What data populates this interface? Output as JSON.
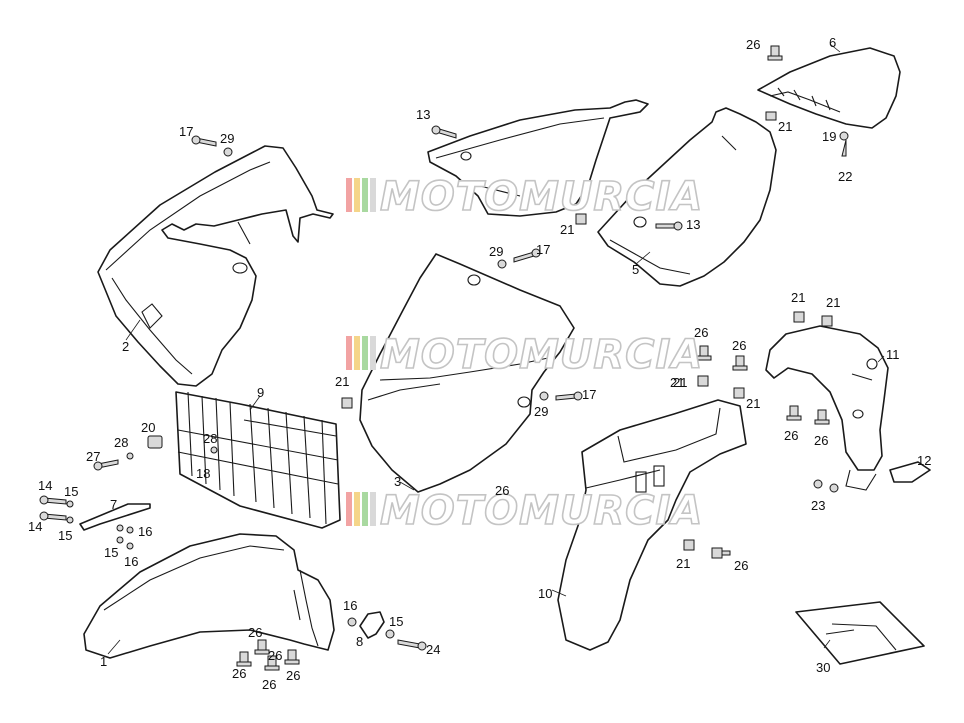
{
  "watermark": {
    "text": "MOTOMURCIA",
    "stripe_colors": [
      "#f2a3a3",
      "#f5d58a",
      "#a9d9a0",
      "#d9d9d9"
    ]
  },
  "callouts": [
    {
      "id": "c-26-top",
      "text": "26"
    },
    {
      "id": "c-6",
      "text": "6"
    },
    {
      "id": "c-21-top",
      "text": "21"
    },
    {
      "id": "c-19",
      "text": "19"
    },
    {
      "id": "c-22",
      "text": "22"
    },
    {
      "id": "c-13-a",
      "text": "13"
    },
    {
      "id": "c-17-a",
      "text": "17"
    },
    {
      "id": "c-29-a",
      "text": "29"
    },
    {
      "id": "c-21-b",
      "text": "21"
    },
    {
      "id": "c-13-b",
      "text": "13"
    },
    {
      "id": "c-5",
      "text": "5"
    },
    {
      "id": "c-29-b",
      "text": "29"
    },
    {
      "id": "c-17-b",
      "text": "17"
    },
    {
      "id": "c-2",
      "text": "2"
    },
    {
      "id": "c-21-c",
      "text": "21"
    },
    {
      "id": "c-21-d",
      "text": "21"
    },
    {
      "id": "c-29-c",
      "text": "29"
    },
    {
      "id": "c-17-c",
      "text": "17"
    },
    {
      "id": "c-3",
      "text": "3"
    },
    {
      "id": "c-9",
      "text": "9"
    },
    {
      "id": "c-20",
      "text": "20"
    },
    {
      "id": "c-28-a",
      "text": "28"
    },
    {
      "id": "c-28-b",
      "text": "28"
    },
    {
      "id": "c-27",
      "text": "27"
    },
    {
      "id": "c-18",
      "text": "18"
    },
    {
      "id": "c-14-a",
      "text": "14"
    },
    {
      "id": "c-15-a",
      "text": "15"
    },
    {
      "id": "c-7",
      "text": "7"
    },
    {
      "id": "c-14-b",
      "text": "14"
    },
    {
      "id": "c-15-b",
      "text": "15"
    },
    {
      "id": "c-16-a",
      "text": "16"
    },
    {
      "id": "c-15-c",
      "text": "15"
    },
    {
      "id": "c-16-b",
      "text": "16"
    },
    {
      "id": "c-26-a",
      "text": "26"
    },
    {
      "id": "c-26-b",
      "text": "26"
    },
    {
      "id": "c-21-e",
      "text": "21"
    },
    {
      "id": "c-21-f",
      "text": "21"
    },
    {
      "id": "c-26-c",
      "text": "26"
    },
    {
      "id": "c-26-d",
      "text": "26"
    },
    {
      "id": "c-21-g",
      "text": "21"
    },
    {
      "id": "c-21-h",
      "text": "21"
    },
    {
      "id": "c-11",
      "text": "11"
    },
    {
      "id": "c-12",
      "text": "12"
    },
    {
      "id": "c-23",
      "text": "23"
    },
    {
      "id": "c-26-e",
      "text": "26"
    },
    {
      "id": "c-21-i",
      "text": "21"
    },
    {
      "id": "c-26-f",
      "text": "26"
    },
    {
      "id": "c-10",
      "text": "10"
    },
    {
      "id": "c-16-c",
      "text": "16"
    },
    {
      "id": "c-15-d",
      "text": "15"
    },
    {
      "id": "c-8",
      "text": "8"
    },
    {
      "id": "c-24",
      "text": "24"
    },
    {
      "id": "c-1",
      "text": "1"
    },
    {
      "id": "c-26-g",
      "text": "26"
    },
    {
      "id": "c-26-h",
      "text": "26"
    },
    {
      "id": "c-26-i",
      "text": "26"
    },
    {
      "id": "c-26-j",
      "text": "26"
    },
    {
      "id": "c-26-k",
      "text": "26"
    },
    {
      "id": "c-30",
      "text": "30"
    }
  ]
}
